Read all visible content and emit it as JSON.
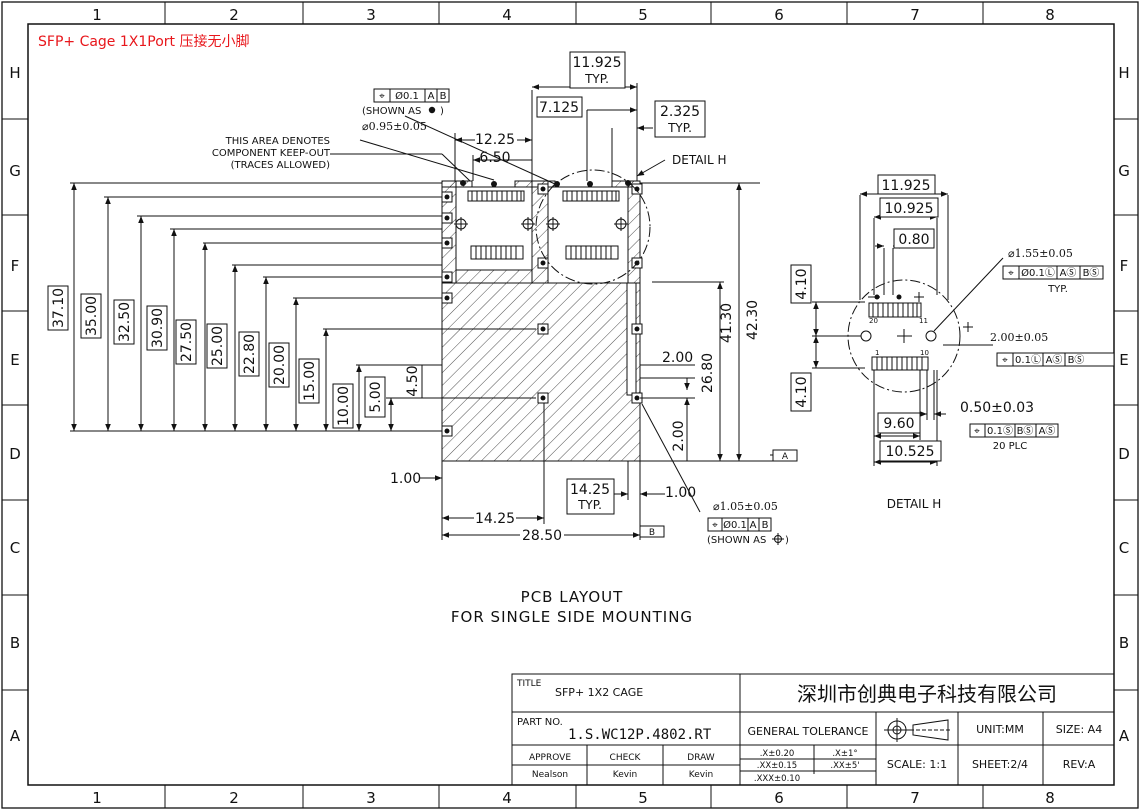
{
  "header_note": "SFP+ Cage 1X1Port 压接无小脚",
  "grid": {
    "columns": [
      "1",
      "2",
      "3",
      "4",
      "5",
      "6",
      "7",
      "8"
    ],
    "rows": [
      "H",
      "G",
      "F",
      "E",
      "D",
      "C",
      "B",
      "A"
    ]
  },
  "notes": {
    "keepout": [
      "THIS AREA DENOTES",
      "COMPONENT KEEP-OUT",
      "(TRACES ALLOWED)"
    ],
    "shown_as_top": "(SHOWN AS",
    "shown_as_bottom": "(SHOWN AS",
    "detail_callout": "DETAIL H",
    "detail_label": "DETAIL H",
    "typ": "TYP.",
    "plc": "20 PLC"
  },
  "fcf": {
    "top": [
      "⌖",
      "Ø0.1",
      "A",
      "B"
    ],
    "bottom": [
      "⌖",
      "Ø0.1",
      "A",
      "B"
    ],
    "detail_1": [
      "⌖",
      "Ø0.1Ⓛ",
      "AⓈ",
      "BⓈ"
    ],
    "detail_2": [
      "⌖",
      "0.1Ⓛ",
      "AⓈ",
      "BⓈ"
    ],
    "detail_3": [
      "⌖",
      "0.1Ⓢ",
      "BⓈ",
      "AⓈ"
    ]
  },
  "dims": {
    "d11925": "11.925",
    "d7125": "7.125",
    "d2325": "2.325",
    "d1225": "12.25",
    "d650": "6.50",
    "hole095": "⌀0.95±0.05",
    "hole105": "⌀1.05±0.05",
    "d4130": "41.30",
    "d4230": "42.30",
    "d2680": "26.80",
    "d200a": "2.00",
    "d200b": "2.00",
    "d100a": "1.00",
    "d100b": "1.00",
    "d1425": "14.25",
    "d1425b": "14.25",
    "d2850": "28.50",
    "datum_a": "A",
    "datum_b": "B"
  },
  "left_dims": [
    "37.10",
    "35.00",
    "32.50",
    "30.90",
    "27.50",
    "25.00",
    "22.80",
    "20.00",
    "15.00",
    "10.00",
    "5.00",
    "4.50"
  ],
  "detail_dims": {
    "w11925": "11.925",
    "w10925": "10.925",
    "w080": "0.80",
    "h410a": "4.10",
    "h410b": "4.10",
    "hole155": "⌀1.55±0.05",
    "hole200": "2.00±0.05",
    "p050": "0.50±0.03",
    "w960": "9.60",
    "w10525": "10.525",
    "pin20": "20",
    "pin11": "11",
    "pin1": "1",
    "pin10": "10"
  },
  "view_title": [
    "PCB LAYOUT",
    "FOR SINGLE SIDE MOUNTING"
  ],
  "title_block": {
    "title_label": "TITLE",
    "title": "SFP+ 1X2 CAGE",
    "company": "深圳市创典电子科技有限公司",
    "part_label": "PART NO.",
    "part_no": "1.S.WC12P.4802.RT",
    "general_tolerance": "GENERAL TOLERANCE",
    "unit": "UNIT:MM",
    "size": "SIZE: A4",
    "approve_label": "APPROVE",
    "check_label": "CHECK",
    "draw_label": "DRAW",
    "approve": "Nealson",
    "check": "Kevin",
    "draw": "Kevin",
    "tol": [
      ".X±0.20",
      ".X±1°",
      ".XX±0.15",
      ".XX±5'",
      ".XXX±0.10"
    ],
    "scale": "SCALE: 1:1",
    "sheet": "SHEET:2/4",
    "rev": "REV:A"
  },
  "colors": {
    "ink": "#111111",
    "accent_red": "#e8171c"
  }
}
